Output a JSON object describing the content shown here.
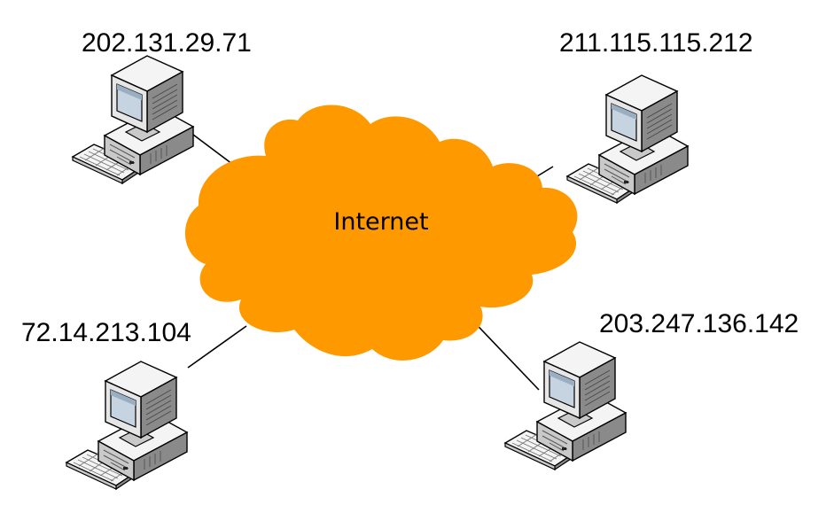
{
  "cloud": {
    "label": "Internet",
    "color": "#FF9900"
  },
  "hosts": [
    {
      "id": "top-left",
      "ip": "202.131.29.71"
    },
    {
      "id": "top-right",
      "ip": "211.115.115.212"
    },
    {
      "id": "bottom-left",
      "ip": "72.14.213.104"
    },
    {
      "id": "bottom-right",
      "ip": "203.247.136.142"
    }
  ],
  "icons": {
    "computer": "desktop-computer-icon",
    "network": "cloud-icon"
  },
  "colors": {
    "computer_light": "#f4f4f4",
    "computer_shade": "#c9c9c9",
    "computer_dark": "#8a8a8a",
    "screen": "#c6d3e0",
    "outline": "#000000"
  }
}
